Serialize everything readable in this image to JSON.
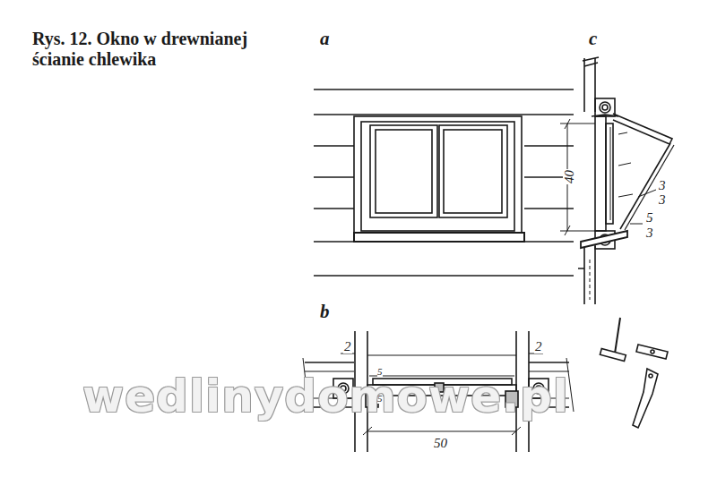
{
  "diagram": {
    "title": "Rys. 12. Okno w drewnianej ścianie chlewika",
    "labels": [
      "a",
      "c",
      "b",
      "40",
      "3",
      "3",
      "5",
      "3",
      "2",
      "2",
      "5",
      "5",
      "50",
      "wedlinydomowe.pl"
    ]
  }
}
